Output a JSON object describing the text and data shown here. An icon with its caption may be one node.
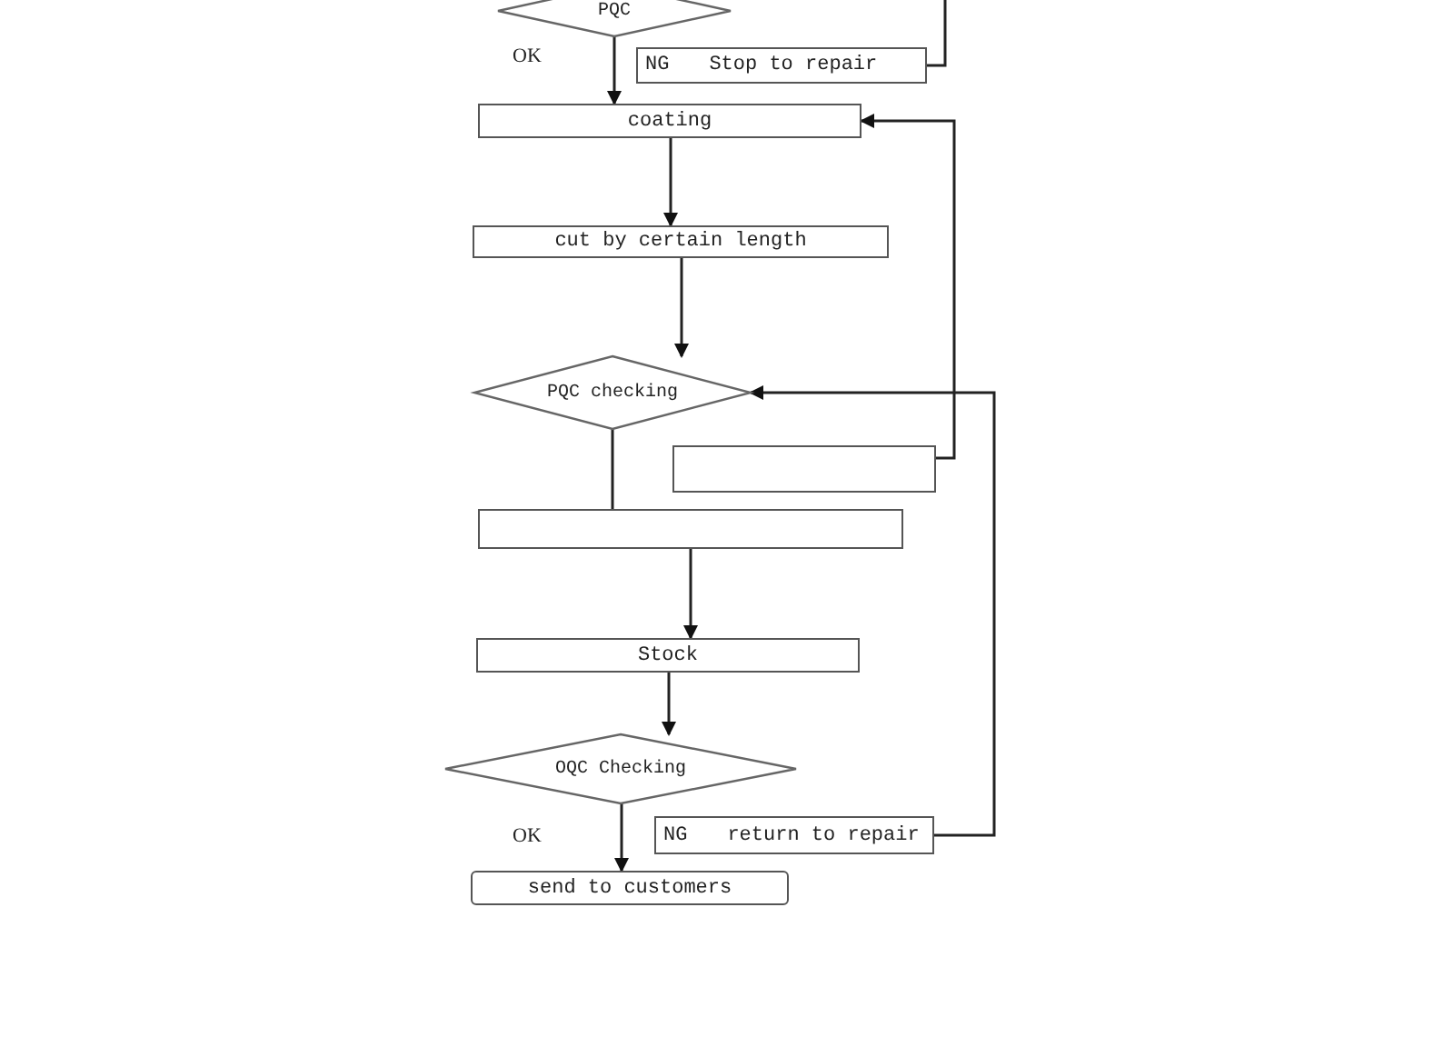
{
  "diagram": {
    "nodes": [
      {
        "text": [
          "PQC"
        ]
      },
      {
        "text": [
          "NG",
          "Stop to repair"
        ]
      },
      {
        "text": [
          "coating"
        ]
      },
      {
        "text": [
          "cut by certain length"
        ]
      },
      {
        "text": [
          "PQC checking"
        ]
      },
      {
        "text": [],
        "shape": "box"
      },
      {
        "text": [],
        "shape": "box"
      },
      {
        "text": [
          "Stock"
        ]
      },
      {
        "text": [
          "OQC Checking"
        ]
      },
      {
        "text": [
          "NG",
          "return to repair"
        ]
      },
      {
        "text": [
          "send to customers"
        ]
      }
    ],
    "edges": [
      {
        "from": 0,
        "to": 2,
        "arrow": "to"
      },
      {
        "from": 1,
        "to": null,
        "arrow": "none"
      },
      {
        "from": 2,
        "to": 3,
        "arrow": "to"
      },
      {
        "from": 3,
        "to": 4,
        "arrow": "to"
      },
      {
        "from": 5,
        "to": 2,
        "arrow": "to"
      },
      {
        "from": 4,
        "to": 6,
        "arrow": "none"
      },
      {
        "from": 6,
        "to": 7,
        "arrow": "to"
      },
      {
        "from": 7,
        "to": 8,
        "arrow": "to"
      },
      {
        "from": 8,
        "to": 10,
        "arrow": "to"
      },
      {
        "from": 9,
        "to": 4,
        "arrow": "to"
      }
    ],
    "labels": [
      "OK",
      "OK"
    ]
  }
}
